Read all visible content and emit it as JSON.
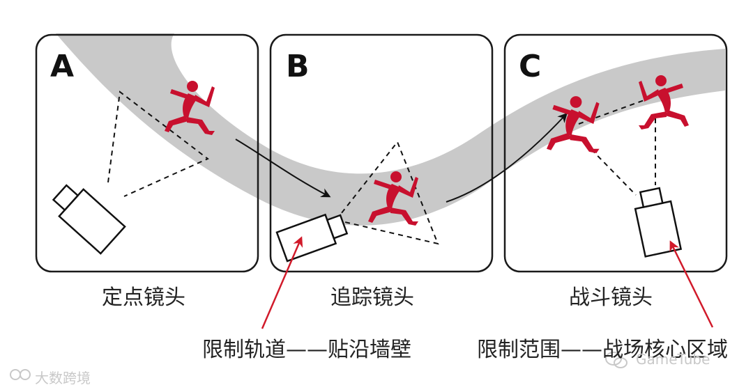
{
  "panels": [
    {
      "letter": "A",
      "caption": "定点镜头"
    },
    {
      "letter": "B",
      "caption": "追踪镜头"
    },
    {
      "letter": "C",
      "caption": "战斗镜头"
    }
  ],
  "annotations": {
    "rail": "限制轨道——贴沿墙壁",
    "range": "限制范围——战场核心区域"
  },
  "watermarks": {
    "left": "大数跨境",
    "right": "GameTube"
  },
  "colors": {
    "path": "#c9c9c9",
    "figure": "#c8102e",
    "annotation_arrow": "#d11a2a",
    "outline": "#1a1a1a"
  },
  "icons": [
    "running-figure-icon",
    "camera-icon",
    "wechat-icon"
  ]
}
